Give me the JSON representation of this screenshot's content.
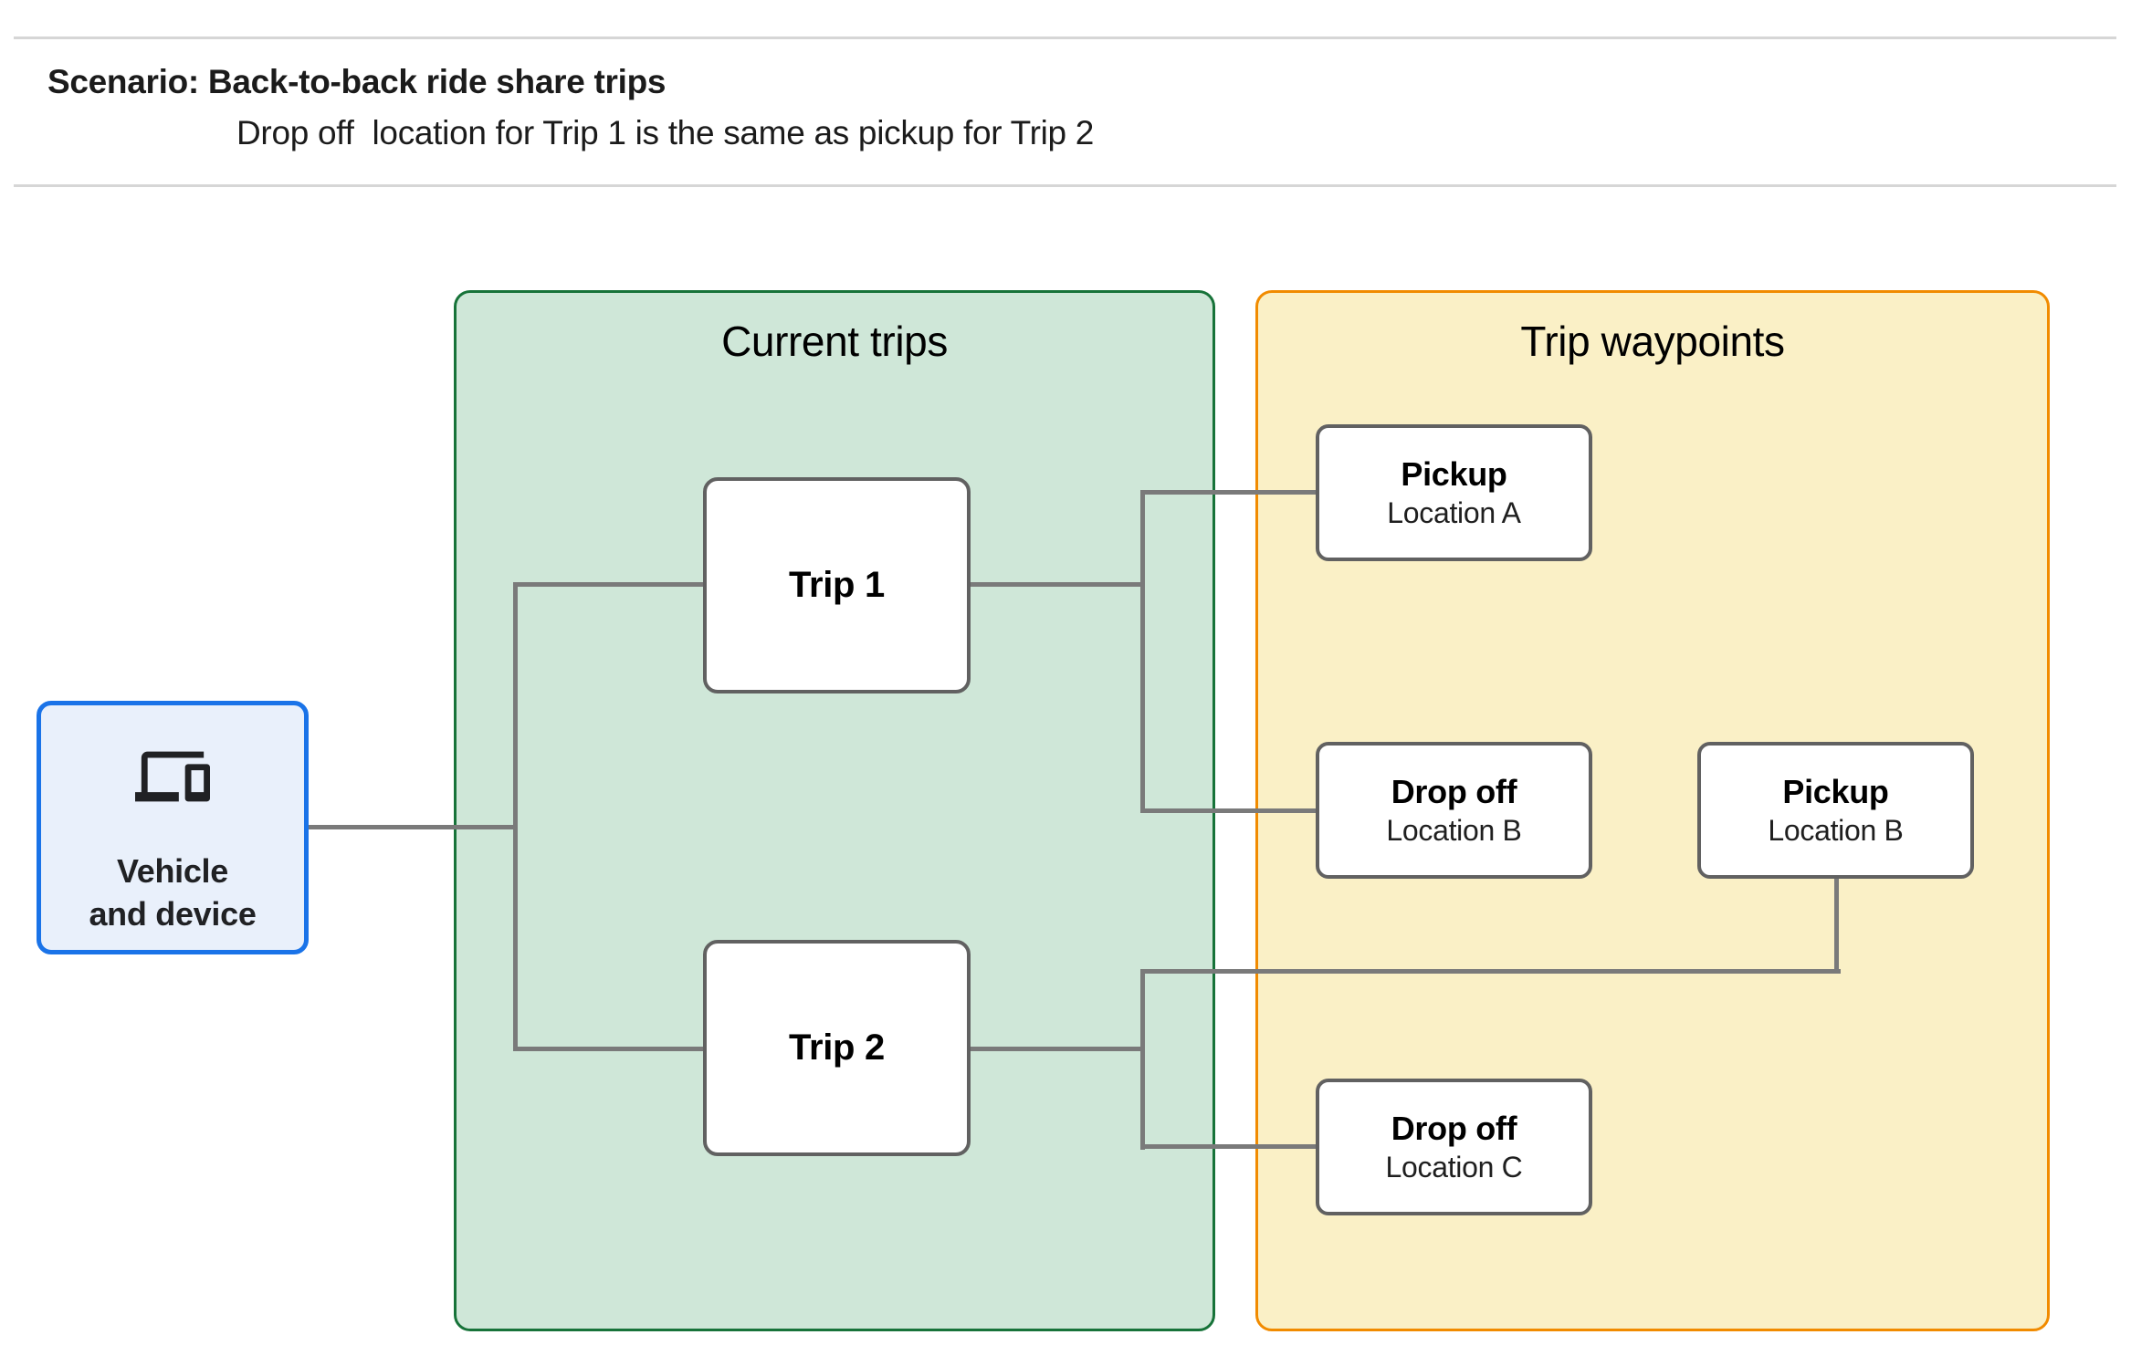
{
  "header": {
    "title": "Scenario: Back-to-back ride share trips",
    "subtitle": "Drop off  location for Trip 1 is the same as pickup for Trip 2"
  },
  "panels": {
    "current_trips": {
      "title": "Current trips"
    },
    "trip_waypoints": {
      "title": "Trip waypoints"
    }
  },
  "vehicle_box": {
    "line1": "Vehicle",
    "line2": "and device",
    "icon": "devices-icon"
  },
  "trip_boxes": [
    {
      "label": "Trip 1"
    },
    {
      "label": "Trip 2"
    }
  ],
  "waypoint_boxes": [
    {
      "type": "Pickup",
      "location": "Location A"
    },
    {
      "type": "Drop off",
      "location": "Location B"
    },
    {
      "type": "Pickup",
      "location": "Location B"
    },
    {
      "type": "Drop off",
      "location": "Location C"
    }
  ],
  "colors": {
    "green_fill": "#CFE7D8",
    "green_border": "#177339",
    "yellow_fill": "#FAF0C6",
    "yellow_border": "#F18B00",
    "blue_fill": "#E9F0FB",
    "blue_border": "#1A73E8",
    "connector": "#7A7A7A",
    "node_border": "#616161",
    "rule": "#D6D6D6",
    "text": "#1B1B1B"
  }
}
